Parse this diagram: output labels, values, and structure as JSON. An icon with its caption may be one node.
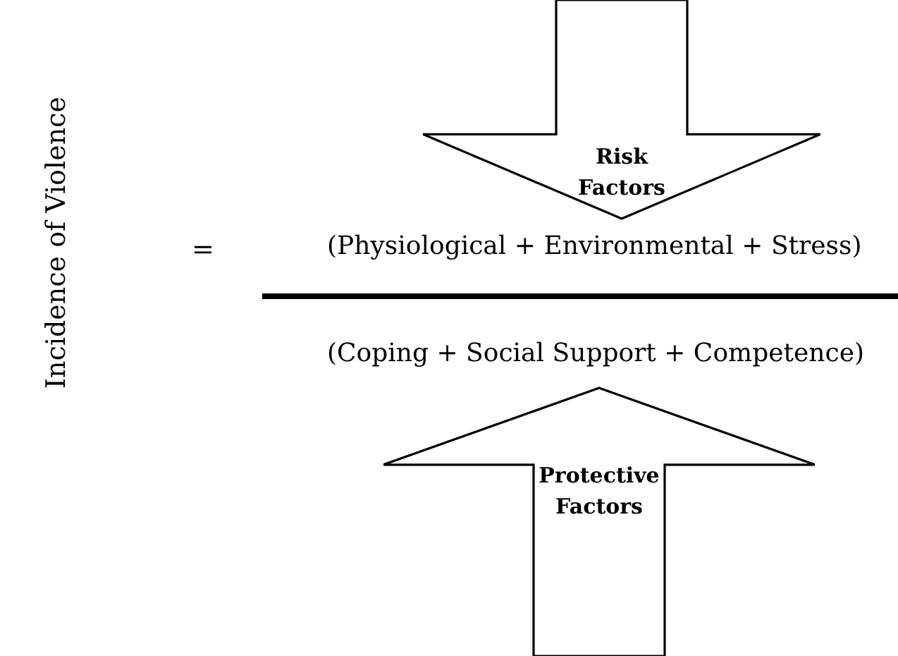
{
  "diagram": {
    "nodes": [
      {
        "text": [
          "Risk Factors"
        ]
      },
      {
        "text": [
          "Protective Factors"
        ]
      }
    ],
    "labels": [
      "Incidence of Violence",
      "=",
      "(Physiological + Environmental + Stress)",
      "(Coping + Social Support + Competence)"
    ]
  }
}
